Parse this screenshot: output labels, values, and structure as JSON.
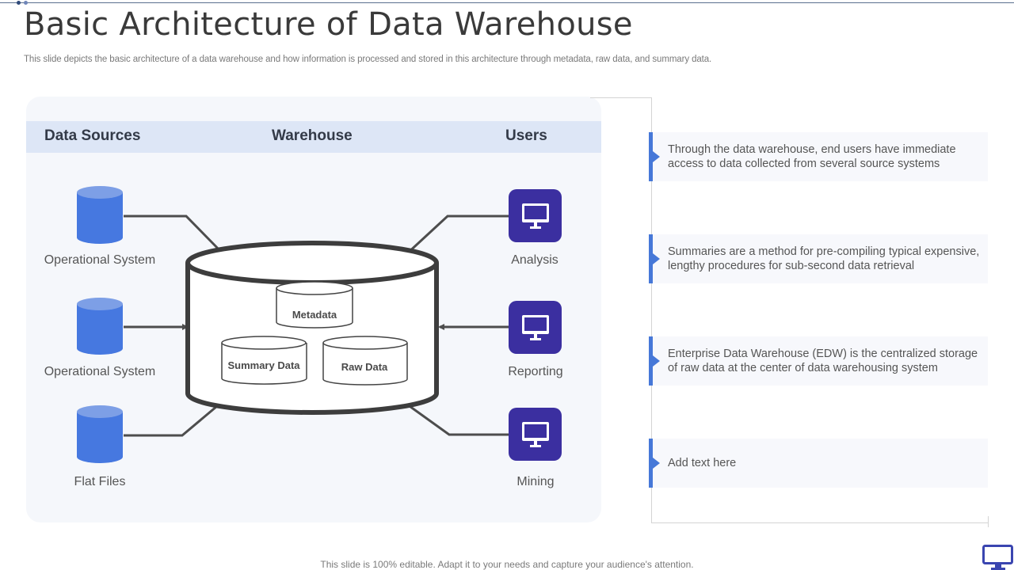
{
  "slide": {
    "title": "Basic Architecture of Data Warehouse",
    "subtitle": "This slide depicts the basic architecture of a data warehouse and how information is processed and stored in this architecture through metadata, raw data, and summary data.",
    "footer": "This slide is 100% editable. Adapt it to your needs and capture your audience's attention."
  },
  "diagram": {
    "headers": {
      "sources": "Data Sources",
      "warehouse": "Warehouse",
      "users": "Users"
    },
    "sources": [
      {
        "label": "Operational System",
        "icon": "database-cylinder-icon"
      },
      {
        "label": "Operational System",
        "icon": "database-cylinder-icon"
      },
      {
        "label": "Flat Files",
        "icon": "database-cylinder-icon"
      }
    ],
    "warehouse": {
      "icon": "warehouse-cylinder-icon",
      "stores": {
        "metadata": "Metadata",
        "summary": "Summary Data",
        "raw": "Raw Data"
      }
    },
    "users": [
      {
        "label": "Analysis",
        "icon": "monitor-icon"
      },
      {
        "label": "Reporting",
        "icon": "monitor-icon"
      },
      {
        "label": "Mining",
        "icon": "monitor-icon"
      }
    ],
    "colors": {
      "source_blue": "#4678e0",
      "source_top": "#7d9fe6",
      "user_tile": "#3b2fa0",
      "connector": "#4d4d4d",
      "header_band": "#dde6f6",
      "panel": "#f5f7fb"
    }
  },
  "notes": [
    {
      "text": "Through the data warehouse, end users have immediate access to data collected from several source systems"
    },
    {
      "text": "Summaries are a method for pre-compiling typical expensive, lengthy procedures for sub-second data retrieval"
    },
    {
      "text": "Enterprise Data Warehouse (EDW) is the centralized storage of raw data at the center of data warehousing system"
    },
    {
      "text": "Add text here"
    }
  ],
  "accent_color": "#4678d8"
}
